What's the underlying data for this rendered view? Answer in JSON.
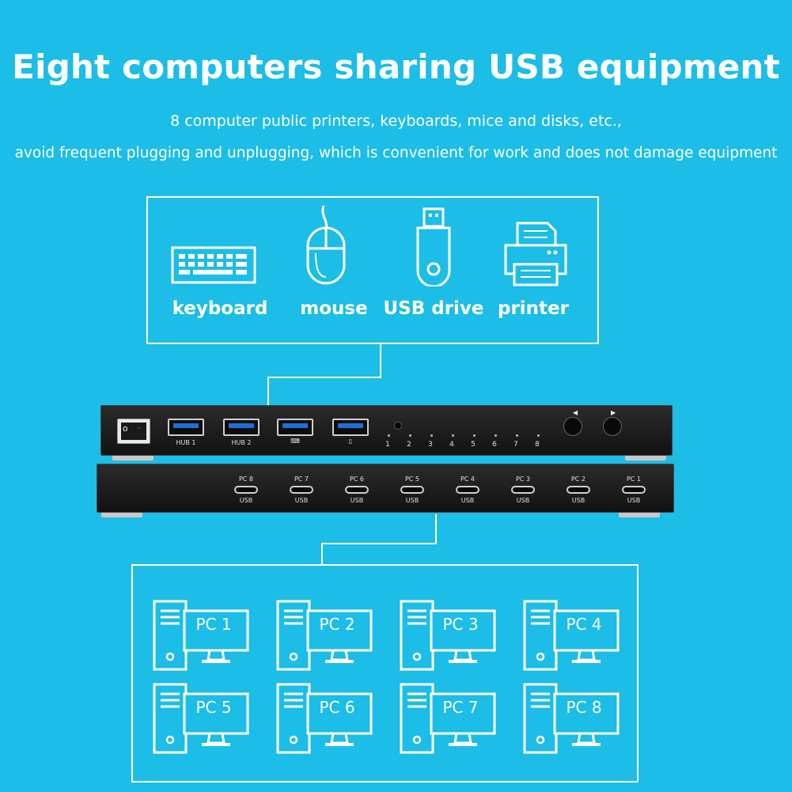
{
  "headline": "Eight computers sharing USB equipment",
  "subtitle_line1": "8 computer public printers, keyboards, mice and disks, etc.,",
  "subtitle_line2": "avoid frequent plugging and unplugging, which is convenient for work and does not damage equipment",
  "devices": [
    {
      "label": "keyboard",
      "icon": "keyboard-icon"
    },
    {
      "label": "mouse",
      "icon": "mouse-icon"
    },
    {
      "label": "USB drive",
      "icon": "usb-drive-icon"
    },
    {
      "label": "printer",
      "icon": "printer-icon"
    }
  ],
  "front_panel": {
    "ports": [
      "HUB 1",
      "HUB 2",
      "",
      ""
    ],
    "leds": [
      "1",
      "2",
      "3",
      "4",
      "5",
      "6",
      "7",
      "8"
    ],
    "left_arrow": "◀",
    "right_arrow": "▶"
  },
  "rear_panel": {
    "ports": [
      {
        "name": "PC 8",
        "type": "USB"
      },
      {
        "name": "PC 7",
        "type": "USB"
      },
      {
        "name": "PC 6",
        "type": "USB"
      },
      {
        "name": "PC 5",
        "type": "USB"
      },
      {
        "name": "PC 4",
        "type": "USB"
      },
      {
        "name": "PC 3",
        "type": "USB"
      },
      {
        "name": "PC 2",
        "type": "USB"
      },
      {
        "name": "PC 1",
        "type": "USB"
      }
    ]
  },
  "pcs": [
    "PC 1",
    "PC 2",
    "PC 3",
    "PC 4",
    "PC 5",
    "PC 6",
    "PC 7",
    "PC 8"
  ],
  "colors": {
    "background": "#1cbde6",
    "foreground": "#ffffff",
    "device_body": "#1a1a1a",
    "usb_tongue": "#1f6fd6"
  }
}
